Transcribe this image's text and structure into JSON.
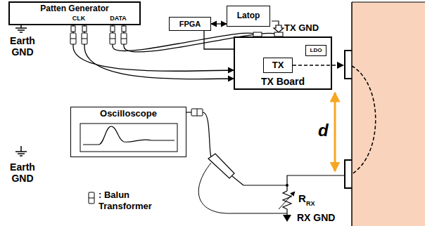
{
  "diagram": {
    "nodes": [
      {
        "text": [
          "Patten Generator"
        ]
      },
      {
        "text": [
          "FPGA"
        ]
      },
      {
        "text": [
          "Latop"
        ]
      },
      {
        "text": [
          "TX Board"
        ]
      },
      {
        "text": [
          "TX"
        ],
        "in": 3
      },
      {
        "text": [
          "LDO"
        ],
        "in": 3
      },
      {
        "text": [
          "Oscilloscope"
        ]
      }
    ],
    "edges": [
      {
        "from": 0,
        "to": 3,
        "arrow": "to"
      },
      {
        "from": 0,
        "to": 3,
        "arrow": "to"
      },
      {
        "from": 0,
        "to": 3,
        "arrow": "none"
      },
      {
        "from": 0,
        "to": 3,
        "arrow": "none"
      },
      {
        "from": 1,
        "to": 2,
        "arrow": "both"
      },
      {
        "from": 1,
        "to": 3,
        "arrow": "none"
      }
    ],
    "labels": [
      "CLK",
      "DATA",
      "Earth GND",
      "TX GND",
      "d",
      "R",
      "RX",
      "RX GND",
      "Earth GND"
    ],
    "legend": [
      {
        "text": ": Balun Transformer"
      }
    ]
  }
}
